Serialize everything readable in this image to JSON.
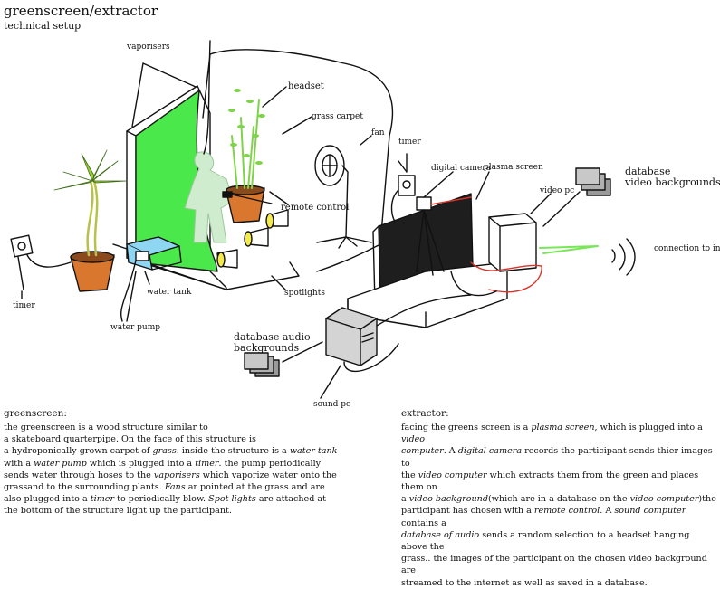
{
  "header": {
    "title": "greenscreen/extractor",
    "subtitle": "technical setup"
  },
  "labels": {
    "vaporisers": "vaporisers",
    "headset": "headset",
    "grass_carpet": "grass carpet",
    "fan": "fan",
    "timer_top": "timer",
    "digital_camera": "digital camera",
    "plasma_screen": "plasma screen",
    "database_video_1": "database",
    "database_video_2": "video backgrounds",
    "video_pc": "video pc",
    "remote_control": "remote control",
    "connection_to_internet": "connection to internet",
    "timer_left": "timer",
    "water_tank": "water tank",
    "spotlights": "spotlights",
    "water_pump": "water pump",
    "database_audio_1": "database audio",
    "database_audio_2": "backgrounds",
    "sound_pc": "sound pc"
  },
  "greenscreen": {
    "heading": "greenscreen:",
    "lines": [
      "the greenscreen is a wood structure similar to",
      " a skateboard quarterpipe. On the face of this structure is",
      "a hydroponically grown carpet of [grass]. inside the structure is a [water tank]",
      "with a [water pump] which is plugged into a [timer]. the pump periodically",
      "sends water through hoses to the [vaporisers] which vaporize water onto the",
      "grassand to the surrounding plants. [Fans] ar pointed at the grass and are",
      "also plugged into a [timer] to periodically blow. [Spot lights] are attached at",
      "the bottom of the structure light up the participant."
    ]
  },
  "extractor": {
    "heading": "extractor:",
    "lines": [
      "facing the greens screen is a [plasma screen], which is plugged into a [video]",
      "[computer]. A [digital camera] records the participant sends thier images to",
      "the [video computer] which extracts them from the green and places them on",
      "a [video background](which are in a database on the [video computer])the",
      "participant has chosen with a [remote control]. A [sound computer] contains a",
      "[database of audio] sends a random selection to a headset hanging above the",
      "grass.. the images of the participant on the chosen video background are",
      "streamed to the internet as well as saved in a database."
    ]
  },
  "colors": {
    "green_screen": "#4be84b",
    "grass": "#7fd34a",
    "pot": "#d9772f",
    "water": "#8fd6f2",
    "cable_red": "#d8342a",
    "signal_green": "#79e65a"
  }
}
